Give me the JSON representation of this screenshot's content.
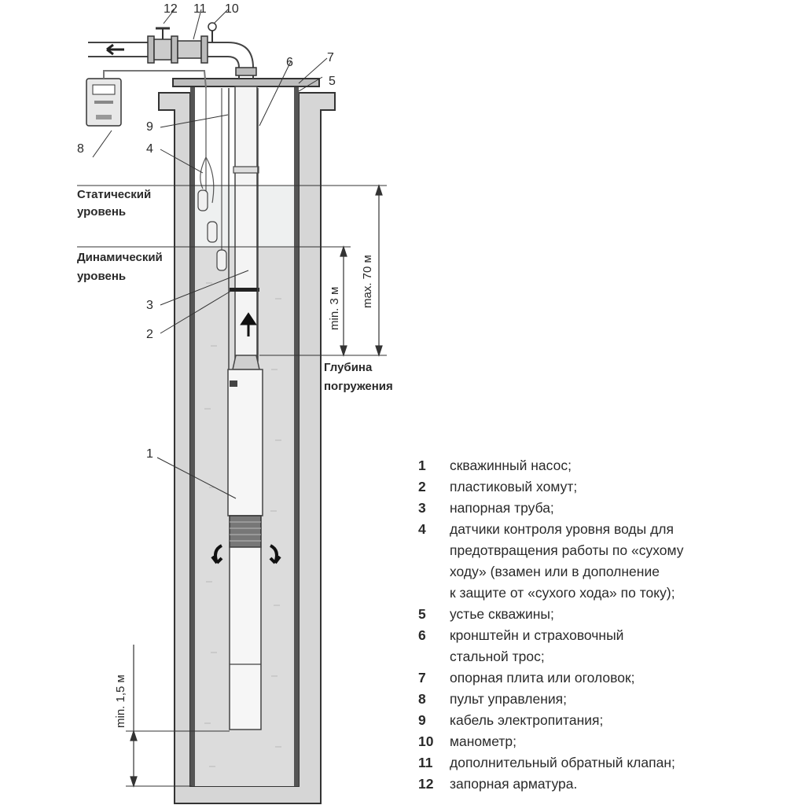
{
  "callouts": {
    "c1": "1",
    "c2": "2",
    "c3": "3",
    "c4": "4",
    "c5": "5",
    "c6": "6",
    "c7": "7",
    "c8": "8",
    "c9": "9",
    "c10": "10",
    "c11": "11",
    "c12": "12"
  },
  "levels": {
    "static_line1": "Статический",
    "static_line2": "уровень",
    "dynamic_line1": "Динамический",
    "dynamic_line2": "уровень",
    "immersion_line1": "Глубина",
    "immersion_line2": "погружения"
  },
  "dimensions": {
    "max_depth": "max. 70 м",
    "min_above_pump": "min. 3 м",
    "min_bottom": "min. 1,5 м"
  },
  "legend": [
    {
      "num": "1",
      "lines": [
        "скважинный насос;"
      ]
    },
    {
      "num": "2",
      "lines": [
        "пластиковый хомут;"
      ]
    },
    {
      "num": "3",
      "lines": [
        "напорная труба;"
      ]
    },
    {
      "num": "4",
      "lines": [
        "датчики контроля уровня воды для",
        "предотвращения работы по «сухому",
        "ходу» (взамен или в дополнение",
        "к защите от «сухого хода» по току);"
      ]
    },
    {
      "num": "5",
      "lines": [
        "устье скважины;"
      ]
    },
    {
      "num": "6",
      "lines": [
        "кронштейн и страховочный",
        "стальной трос;"
      ]
    },
    {
      "num": "7",
      "lines": [
        "опорная плита или оголовок;"
      ]
    },
    {
      "num": "8",
      "lines": [
        "пульт управления;"
      ]
    },
    {
      "num": "9",
      "lines": [
        "кабель электропитания;"
      ]
    },
    {
      "num": "10",
      "lines": [
        "манометр;"
      ]
    },
    {
      "num": "11",
      "lines": [
        "дополнительный обратный клапан;"
      ]
    },
    {
      "num": "12",
      "lines": [
        "запорная арматура."
      ]
    }
  ]
}
